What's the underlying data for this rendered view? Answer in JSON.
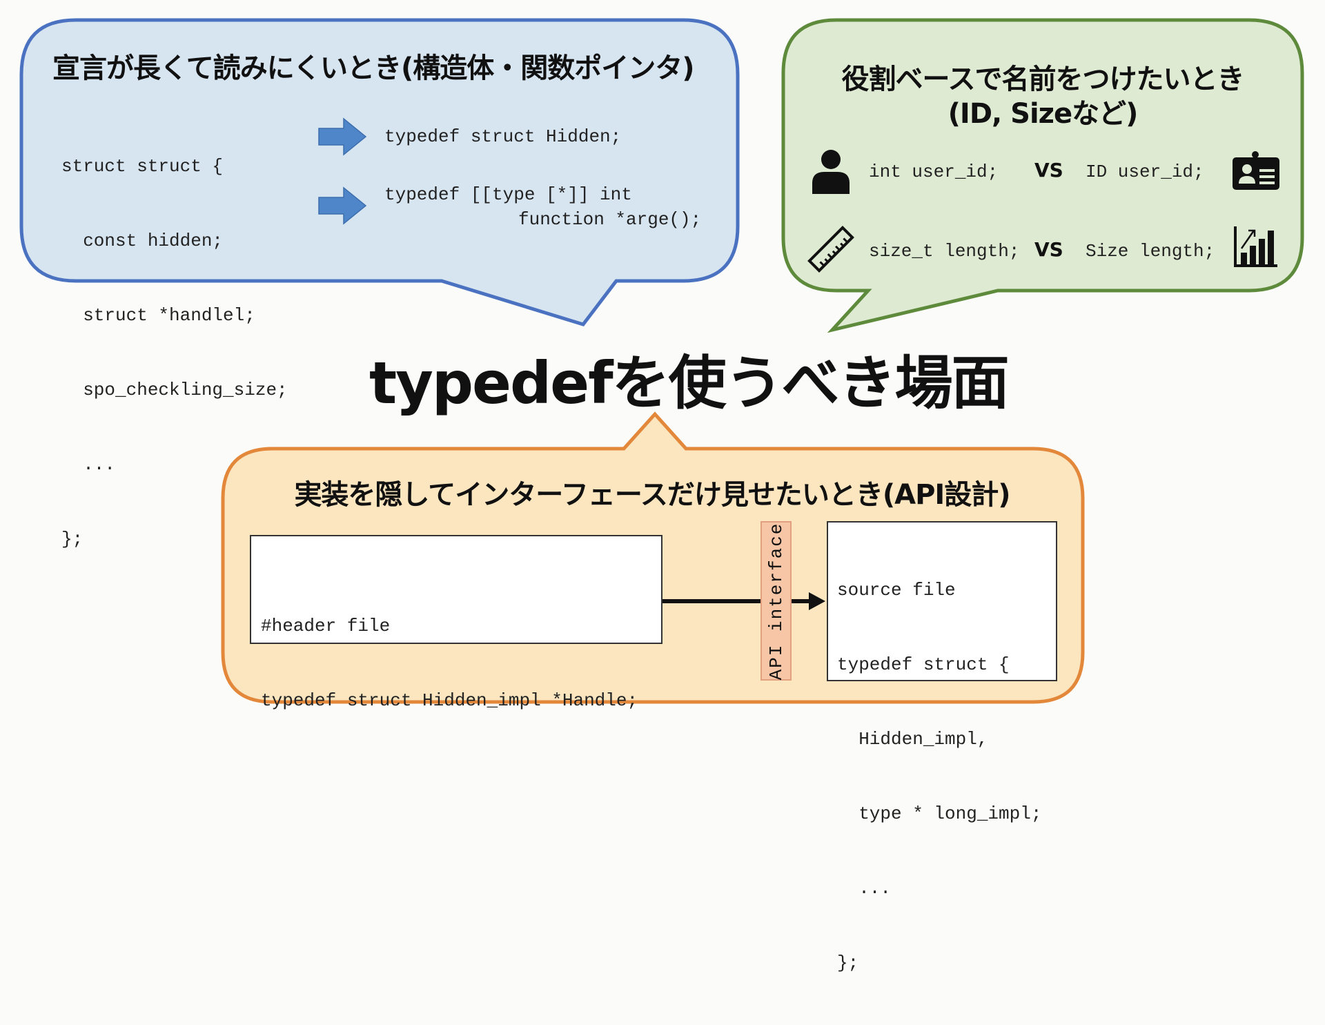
{
  "main_title": "typedefを使うべき場面",
  "colors": {
    "blue_fill": "#d7e5f1",
    "blue_stroke": "#4a72c0",
    "green_fill": "#dfead3",
    "green_stroke": "#5e8a3c",
    "orange_fill": "#fbe6c0",
    "orange_stroke": "#e3883a",
    "arrow_blue": "#4f86c9",
    "api_fill": "#f6c6a6"
  },
  "blue_bubble": {
    "title": "宣言が長くて読みにくいとき(構造体・関数ポインタ)",
    "before_code": [
      "struct struct {",
      "  const hidden;",
      "  struct *handlel;",
      "  spo_checkling_size;",
      "  ...",
      "};"
    ],
    "after_code_1": "typedef struct Hidden;",
    "after_code_2a": "typedef [[type [*]] int",
    "after_code_2b": "function *arge();",
    "icons": [
      "arrow-right-icon",
      "arrow-right-icon"
    ]
  },
  "green_bubble": {
    "title_line1": "役割ベースで名前をつけたいとき",
    "title_line2": "(ID, Sizeなど)",
    "rows": [
      {
        "icon_left": "person-icon",
        "left": "int user_id;",
        "vs": "VS",
        "right": "ID user_id;",
        "icon_right": "id-card-icon"
      },
      {
        "icon_left": "ruler-icon",
        "left": "size_t length;",
        "vs": "VS",
        "right": "Size length;",
        "icon_right": "bar-chart-icon"
      }
    ]
  },
  "orange_bubble": {
    "title": "実装を隠してインターフェースだけ見せたいとき(API設計)",
    "header_file": [
      "#header file",
      "typedef struct Hidden_impl *Handle;"
    ],
    "api_label": "API interface",
    "source_file": [
      "source file",
      "typedef struct {",
      "  Hidden_impl,",
      "  type * long_impl;",
      "  ...",
      "};"
    ]
  }
}
